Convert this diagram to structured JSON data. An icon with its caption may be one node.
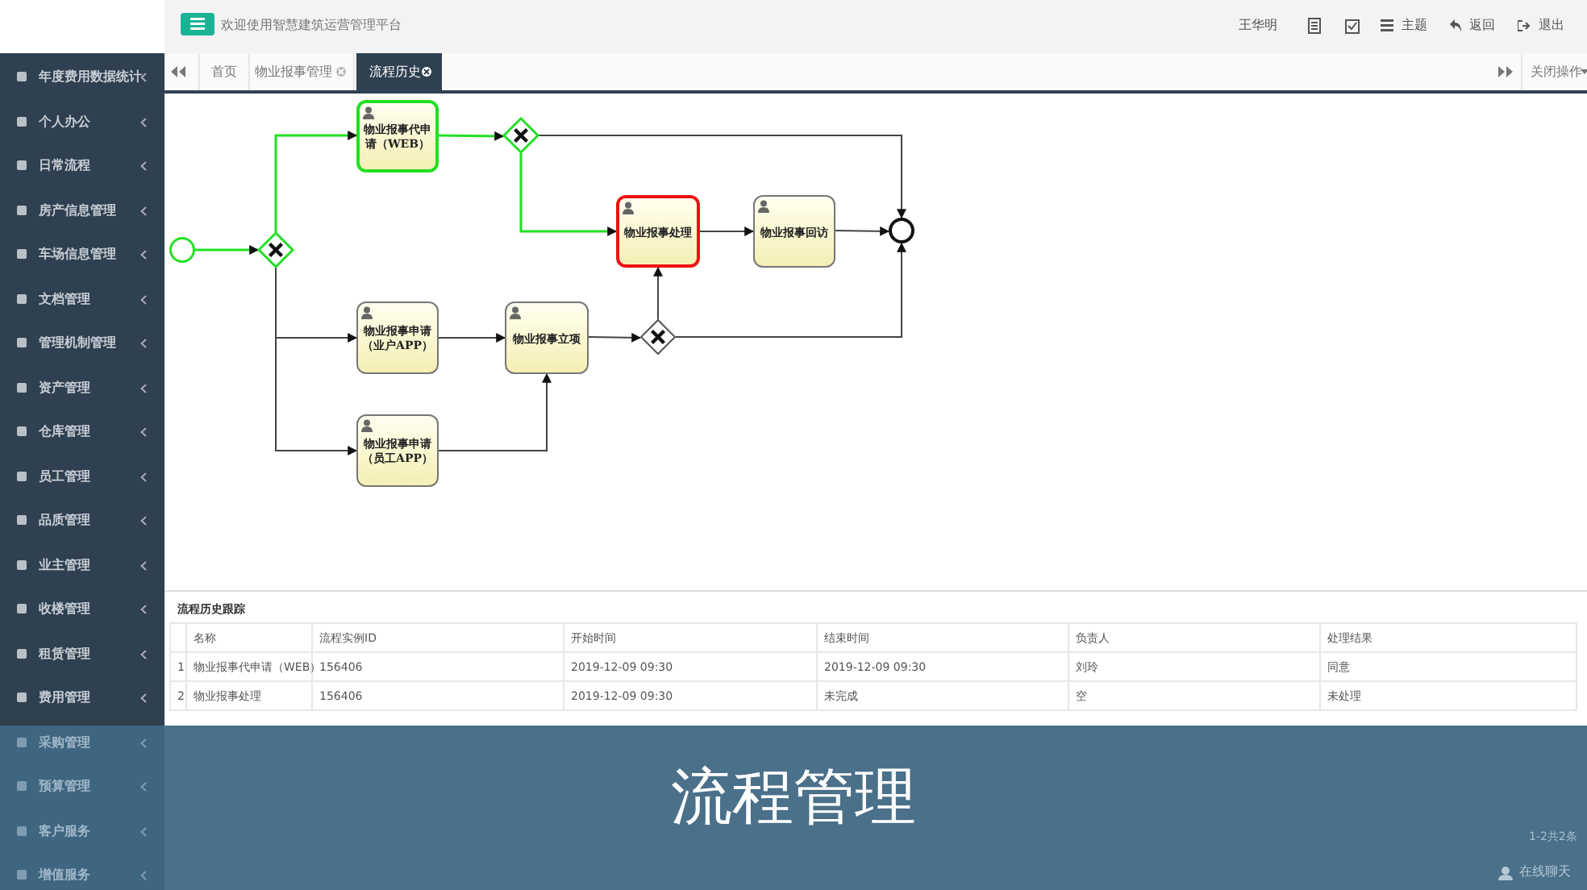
{
  "diagram": {
    "caption": "流程管理",
    "nodes": [
      {
        "text": [],
        "shape": "circle"
      },
      {
        "text": [],
        "shape": "diamond"
      },
      {
        "text": [
          "物业报事代申请（WEB）"
        ]
      },
      {
        "text": [],
        "shape": "diamond"
      },
      {
        "text": [
          "物业报事处理"
        ]
      },
      {
        "text": [
          "物业报事回访"
        ]
      },
      {
        "text": [],
        "shape": "circle"
      },
      {
        "text": [
          "物业报事申请（业户APP）"
        ]
      },
      {
        "text": [
          "物业报事立项"
        ]
      },
      {
        "text": [],
        "shape": "diamond"
      },
      {
        "text": [
          "物业报事申请（员工APP）"
        ]
      }
    ],
    "edges": [
      {
        "from": 0,
        "to": 1,
        "arrow": "to",
        "color": "#22e022"
      },
      {
        "from": 1,
        "to": 2,
        "arrow": "to",
        "color": "#22e022"
      },
      {
        "from": 1,
        "to": 7,
        "arrow": "to"
      },
      {
        "from": 1,
        "to": 10,
        "arrow": "to"
      },
      {
        "from": 2,
        "to": 3,
        "arrow": "to",
        "color": "#22e022"
      },
      {
        "from": 3,
        "to": 4,
        "arrow": "to",
        "color": "#22e022"
      },
      {
        "from": 3,
        "to": 6,
        "arrow": "to"
      },
      {
        "from": 4,
        "to": 5,
        "arrow": "to"
      },
      {
        "from": 5,
        "to": 6,
        "arrow": "to"
      },
      {
        "from": 7,
        "to": 8,
        "arrow": "to"
      },
      {
        "from": 10,
        "to": 8,
        "arrow": "to"
      },
      {
        "from": 8,
        "to": 9,
        "arrow": "to"
      },
      {
        "from": 9,
        "to": 4,
        "arrow": "to"
      },
      {
        "from": 9,
        "to": 6,
        "arrow": "to"
      }
    ],
    "labels": [
      "欢迎使用智慧建筑运营管理平台",
      "王华明",
      "主题",
      "返回",
      "退出",
      "年度费用数据统计",
      "首页",
      "物业报事管理",
      "流程历史",
      "关闭操作",
      "个人办公",
      "日常流程",
      "房产信息管理",
      "车场信息管理",
      "文档管理",
      "管理机制管理",
      "资产管理",
      "仓库管理",
      "员工管理",
      "品质管理",
      "业主管理",
      "收楼管理",
      "租赁管理",
      "费用管理",
      "采购管理",
      "预算管理",
      "客户服务",
      "增值服务",
      "流程历史跟踪",
      "名称",
      "流程实例ID",
      "开始时间",
      "结束时间",
      "负责人",
      "处理结果",
      "1",
      "物业报事代申请（WEB）",
      "156406",
      "2019-12-09 09:30",
      "2019-12-09 09:30",
      "刘玲",
      "同意",
      "2",
      "物业报事处理",
      "156406",
      "2019-12-09 09:30",
      "未完成",
      "空",
      "未处理",
      "1-2共2条",
      "在线聊天"
    ]
  }
}
